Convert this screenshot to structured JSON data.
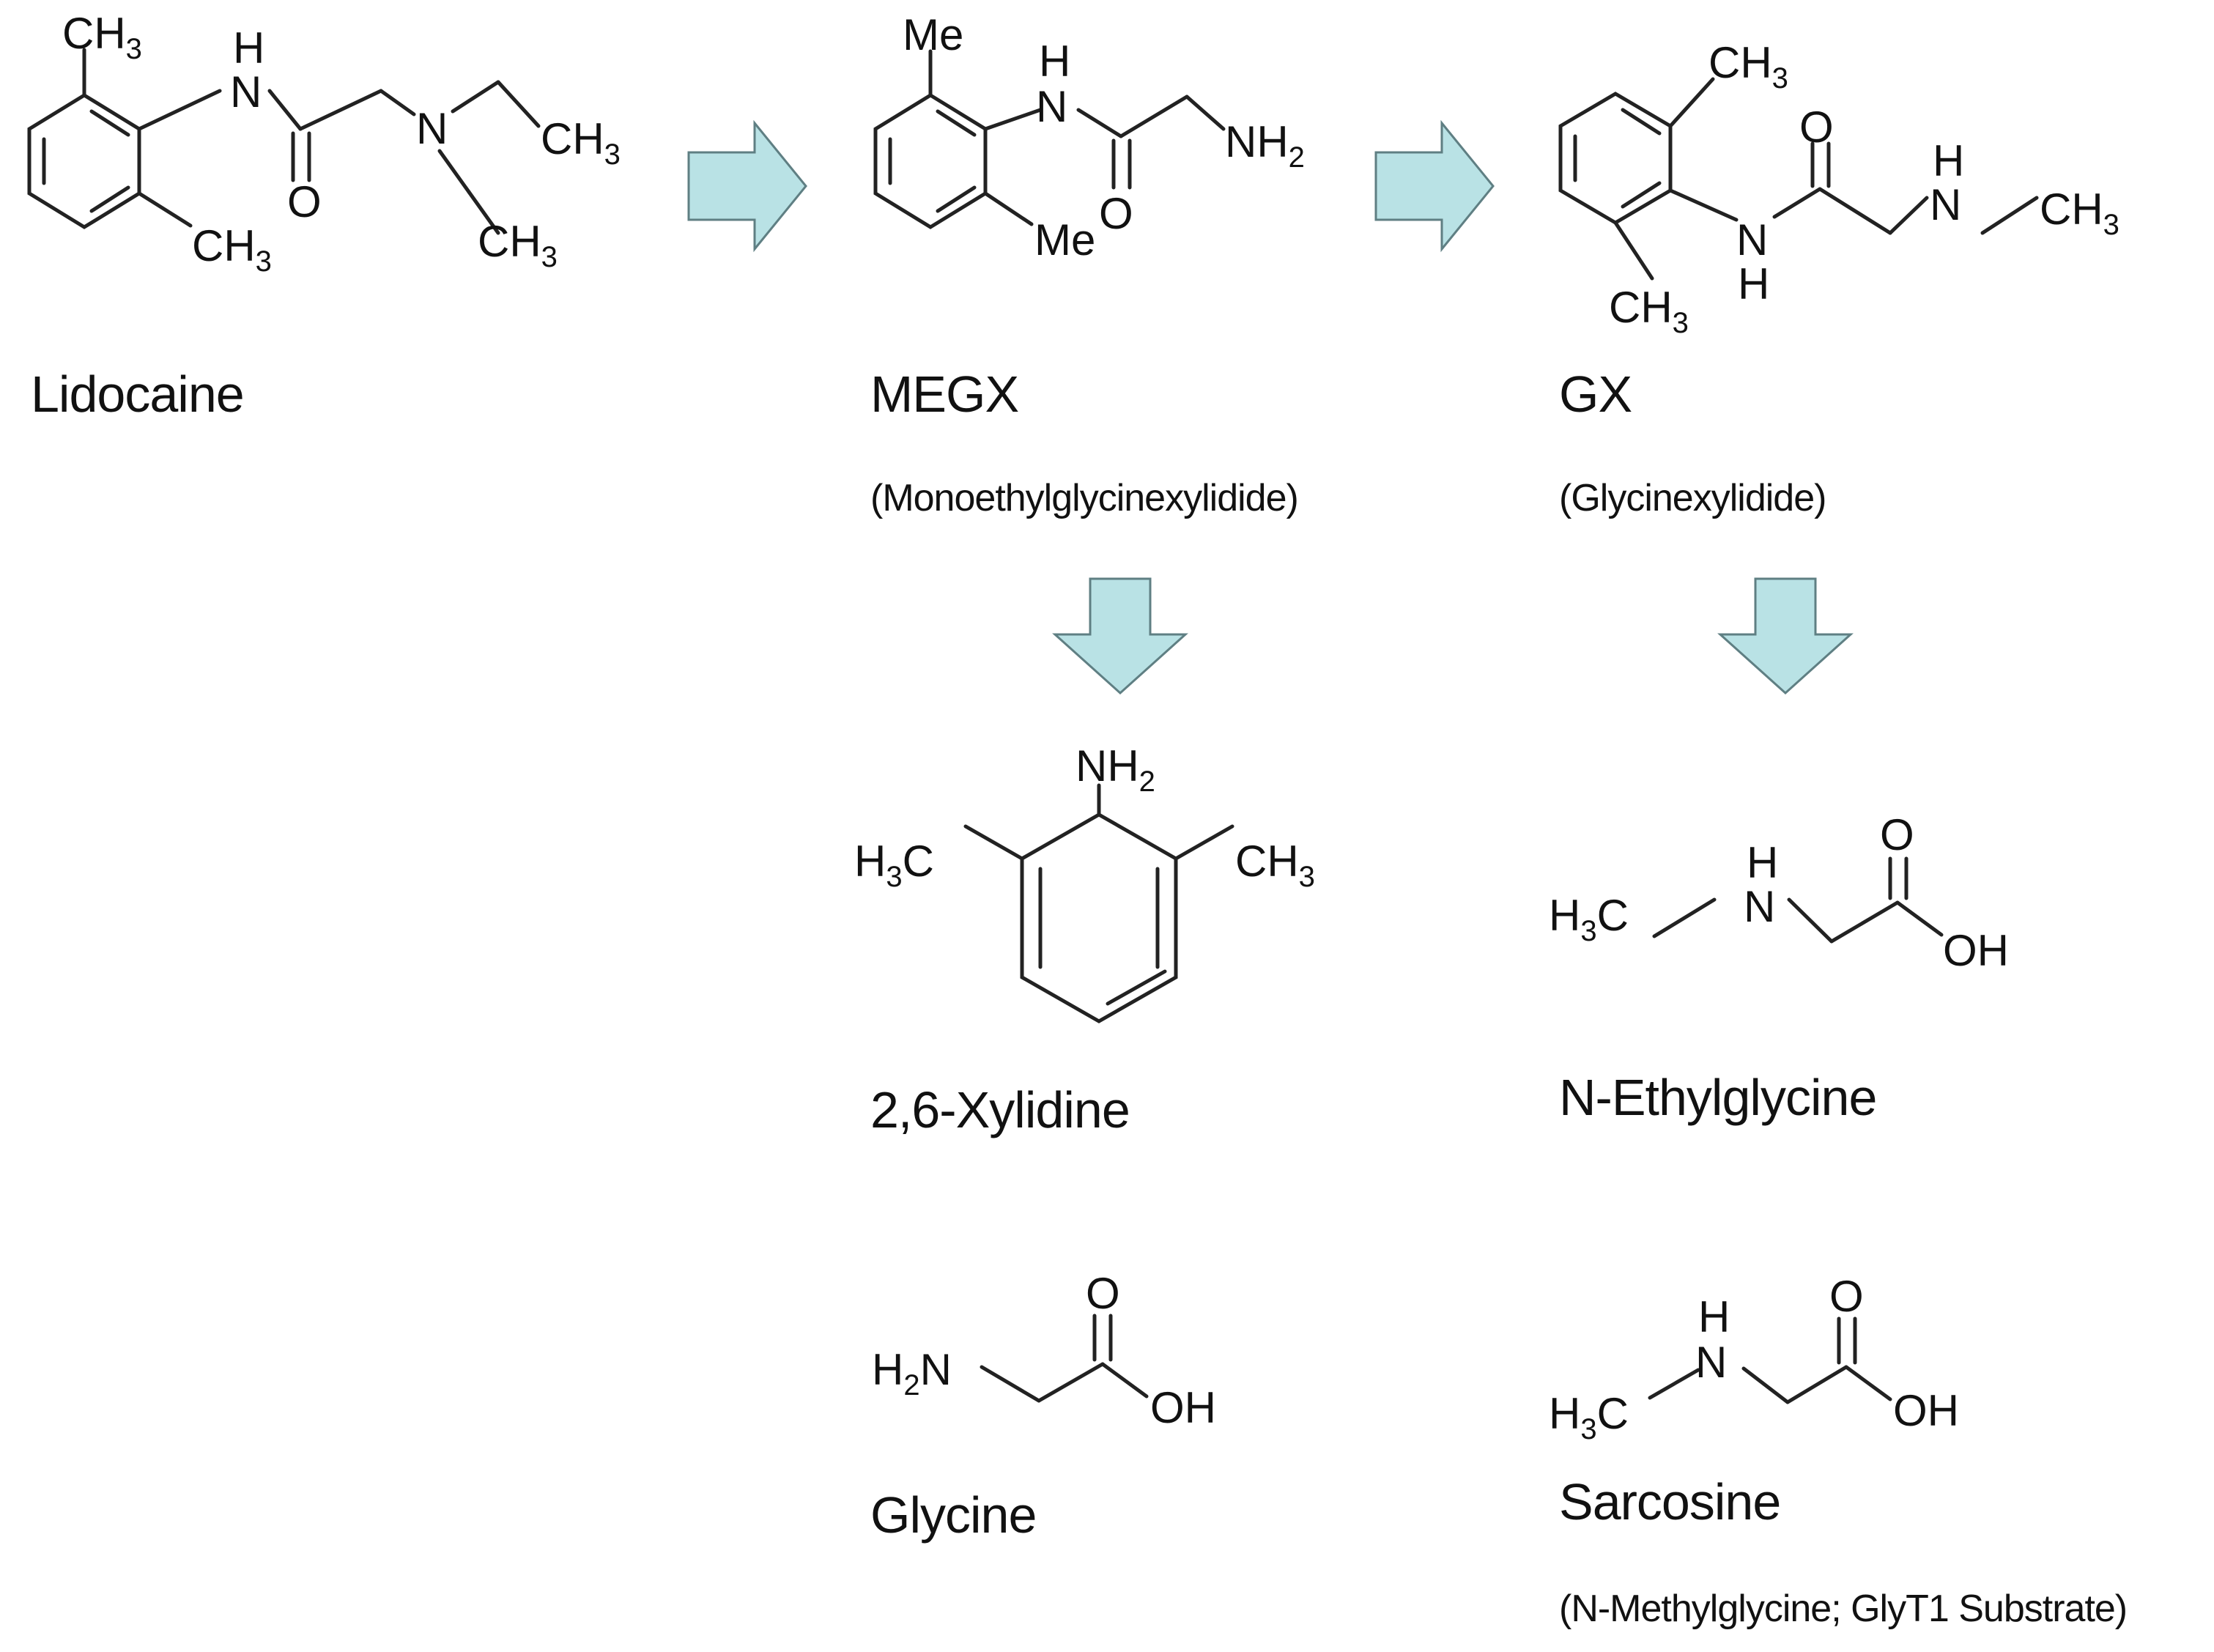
{
  "colors": {
    "arrow_fill": "#b9e2e5",
    "arrow_stroke": "#5f7f83",
    "bond": "#222222"
  },
  "compounds": {
    "lidocaine": {
      "name": "Lidocaine"
    },
    "megx": {
      "name": "MEGX",
      "full_name": "(Monoethylglycinexylidide)"
    },
    "gx": {
      "name": "GX",
      "full_name": "(Glycinexylidide)"
    },
    "xylidine": {
      "name": "2,6-Xylidine"
    },
    "ethylglycine": {
      "name": "N-Ethylglycine"
    },
    "glycine": {
      "name": "Glycine"
    },
    "sarcosine": {
      "name": "Sarcosine",
      "full_name": "(N-Methylglycine; GlyT1 Substrate)"
    }
  },
  "atoms": {
    "ch": "CH",
    "h3c": "H",
    "c": "C",
    "sub3": "3",
    "sub2": "2",
    "n": "N",
    "h": "H",
    "o": "O",
    "oh": "OH",
    "nh": "NH",
    "me": "Me"
  }
}
